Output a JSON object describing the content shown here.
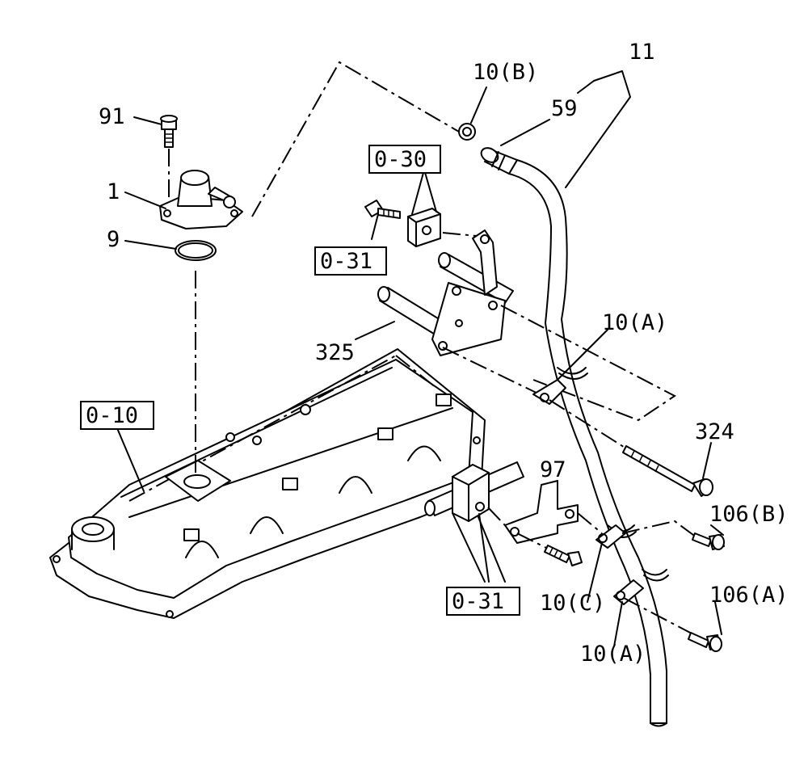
{
  "labels": {
    "l91": "91",
    "l1": "1",
    "l9": "9",
    "l10b_top": "10(B)",
    "l11": "11",
    "l59": "59",
    "l030": "0-30",
    "l031_top": "0-31",
    "l325": "325",
    "l10a_mid": "10(A)",
    "l010": "0-10",
    "l324": "324",
    "l97": "97",
    "l106b": "106(B)",
    "l106a": "106(A)",
    "l10c": "10(C)",
    "l031_bot": "0-31",
    "l10a_bot": "10(A)"
  }
}
